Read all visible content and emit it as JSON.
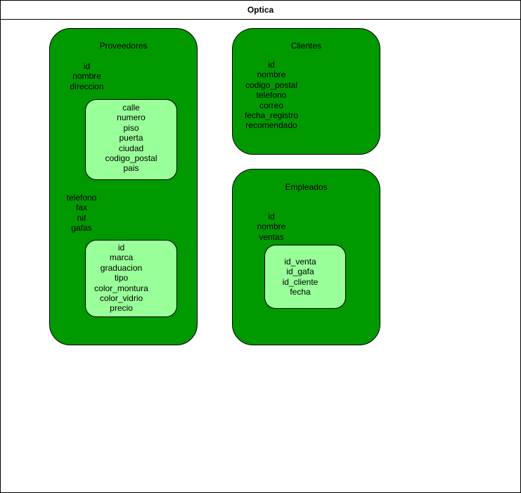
{
  "title": "Optica",
  "colors": {
    "entity_fill": "#009900",
    "nested_fill": "#99ff99"
  },
  "proveedores": {
    "title": "Proveedores",
    "fields": [
      "id",
      "nombre",
      "direccion"
    ],
    "direccion": [
      "calle",
      "numero",
      "piso",
      "puerta",
      "ciudad",
      "codigo_postal",
      "pais"
    ],
    "fields2": [
      "telefono",
      "fax",
      "nif",
      "gafas"
    ],
    "gafas": [
      "id",
      "marca",
      "graduacion",
      "tipo",
      "color_montura",
      "color_vidrio",
      "precio"
    ]
  },
  "clientes": {
    "title": "Clientes",
    "fields": [
      "id",
      "nombre",
      "codigo_postal",
      "telefono",
      "correo",
      "fecha_registro",
      "recomendado"
    ]
  },
  "empleados": {
    "title": "Empleados",
    "fields": [
      "id",
      "nombre",
      "ventas"
    ],
    "ventas": [
      "id_venta",
      "id_gafa",
      "id_cliente",
      "fecha"
    ]
  }
}
